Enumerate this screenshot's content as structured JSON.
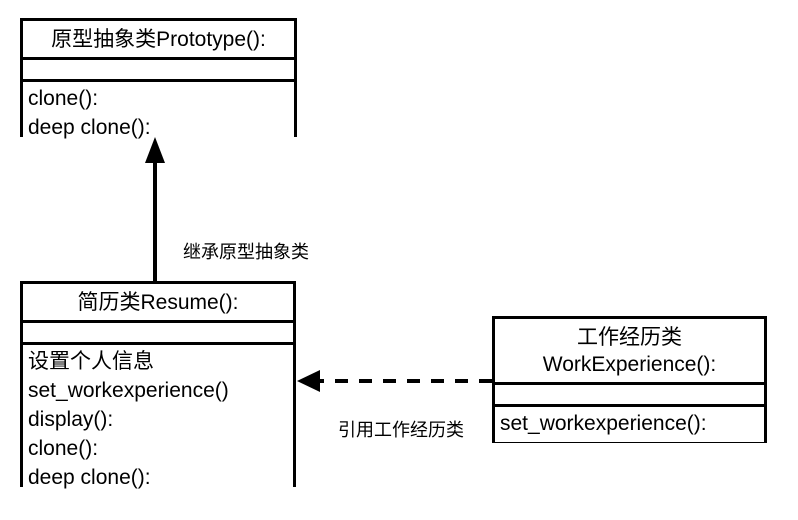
{
  "diagram": {
    "type": "uml-class-diagram",
    "background_color": "#ffffff",
    "line_color": "#000000",
    "text_color": "#000000"
  },
  "classes": {
    "prototype": {
      "title": "原型抽象类Prototype():",
      "attributes": [],
      "methods": [
        "clone():",
        "deep clone():"
      ]
    },
    "resume": {
      "title": "简历类Resume():",
      "attributes": [],
      "methods": [
        "设置个人信息",
        "set_workexperience()",
        "display():",
        "clone():",
        "deep clone():"
      ]
    },
    "workexperience": {
      "title": "工作经历类\nWorkExperience():",
      "attributes": [],
      "methods": [
        "set_workexperience():"
      ]
    }
  },
  "relations": {
    "inheritance": {
      "label": "继承原型抽象类",
      "from": "简历类Resume():",
      "to": "原型抽象类Prototype():",
      "line_style": "solid",
      "arrowhead": "filled-triangle"
    },
    "dependency": {
      "label": "引用工作经历类",
      "from": "工作经历类WorkExperience():",
      "to": "简历类Resume():",
      "line_style": "dashed",
      "arrowhead": "filled-triangle"
    }
  }
}
